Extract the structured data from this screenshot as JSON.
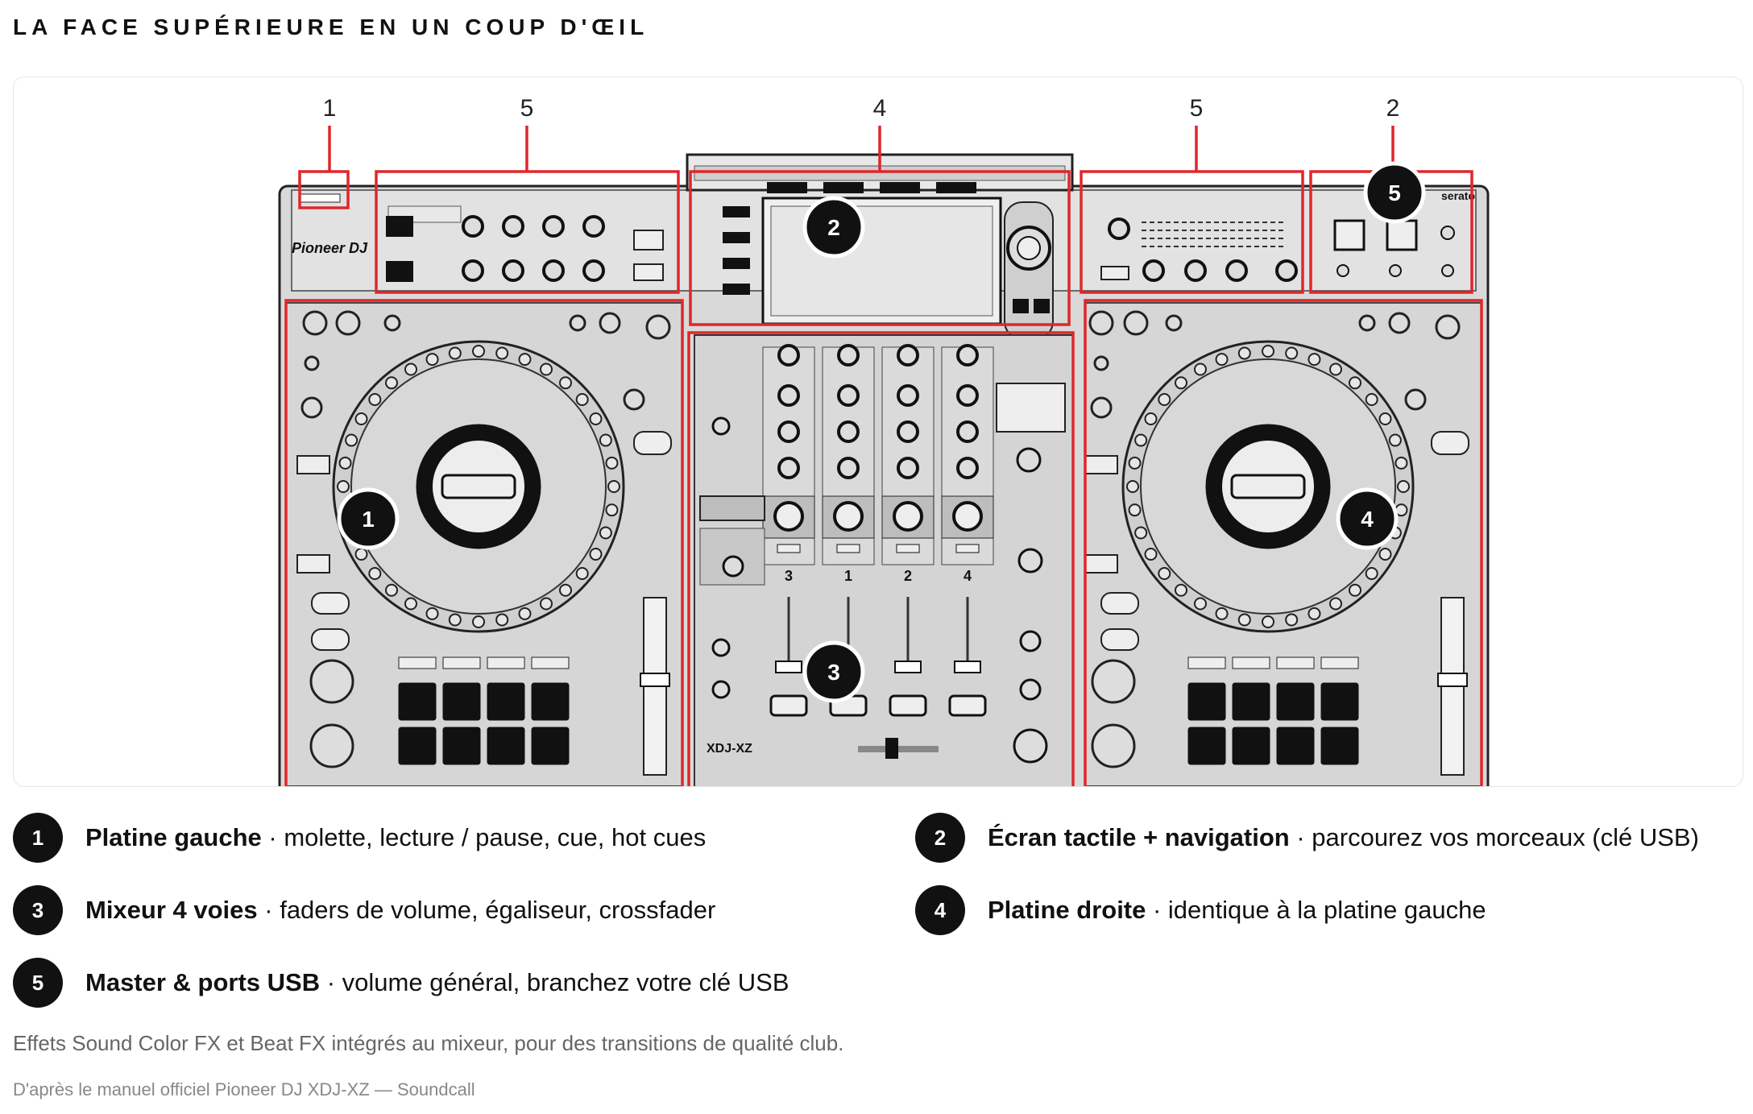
{
  "heading": "LA FACE SUPÉRIEURE EN UN COUP D'ŒIL",
  "diagram": {
    "callout_numbers_top": [
      "1",
      "5",
      "4",
      "5",
      "2"
    ],
    "badges": [
      "1",
      "2",
      "3",
      "4",
      "5"
    ],
    "brand_left": "Pioneer DJ",
    "brand_right": "serato",
    "channel_numbers": [
      "3",
      "1",
      "2",
      "4"
    ],
    "mixer_model": "XDJ-XZ",
    "highlight_color": "#e0262b",
    "panel_color": "#dcdcdc"
  },
  "legend": [
    {
      "num": "1",
      "title": "Platine gauche",
      "desc": " · molette, lecture / pause, cue, hot cues"
    },
    {
      "num": "2",
      "title": "Écran tactile + navigation",
      "desc": " · parcourez vos morceaux (clé USB)"
    },
    {
      "num": "3",
      "title": "Mixeur 4 voies",
      "desc": " · faders de volume, égaliseur, crossfader"
    },
    {
      "num": "4",
      "title": "Platine droite",
      "desc": " · identique à la platine gauche"
    },
    {
      "num": "5",
      "title": "Master & ports USB",
      "desc": " · volume général, branchez votre clé USB"
    }
  ],
  "footnote": "Effets Sound Color FX et Beat FX intégrés au mixeur, pour des transitions de qualité club.",
  "source": "D'après le manuel officiel Pioneer DJ XDJ-XZ — Soundcall"
}
